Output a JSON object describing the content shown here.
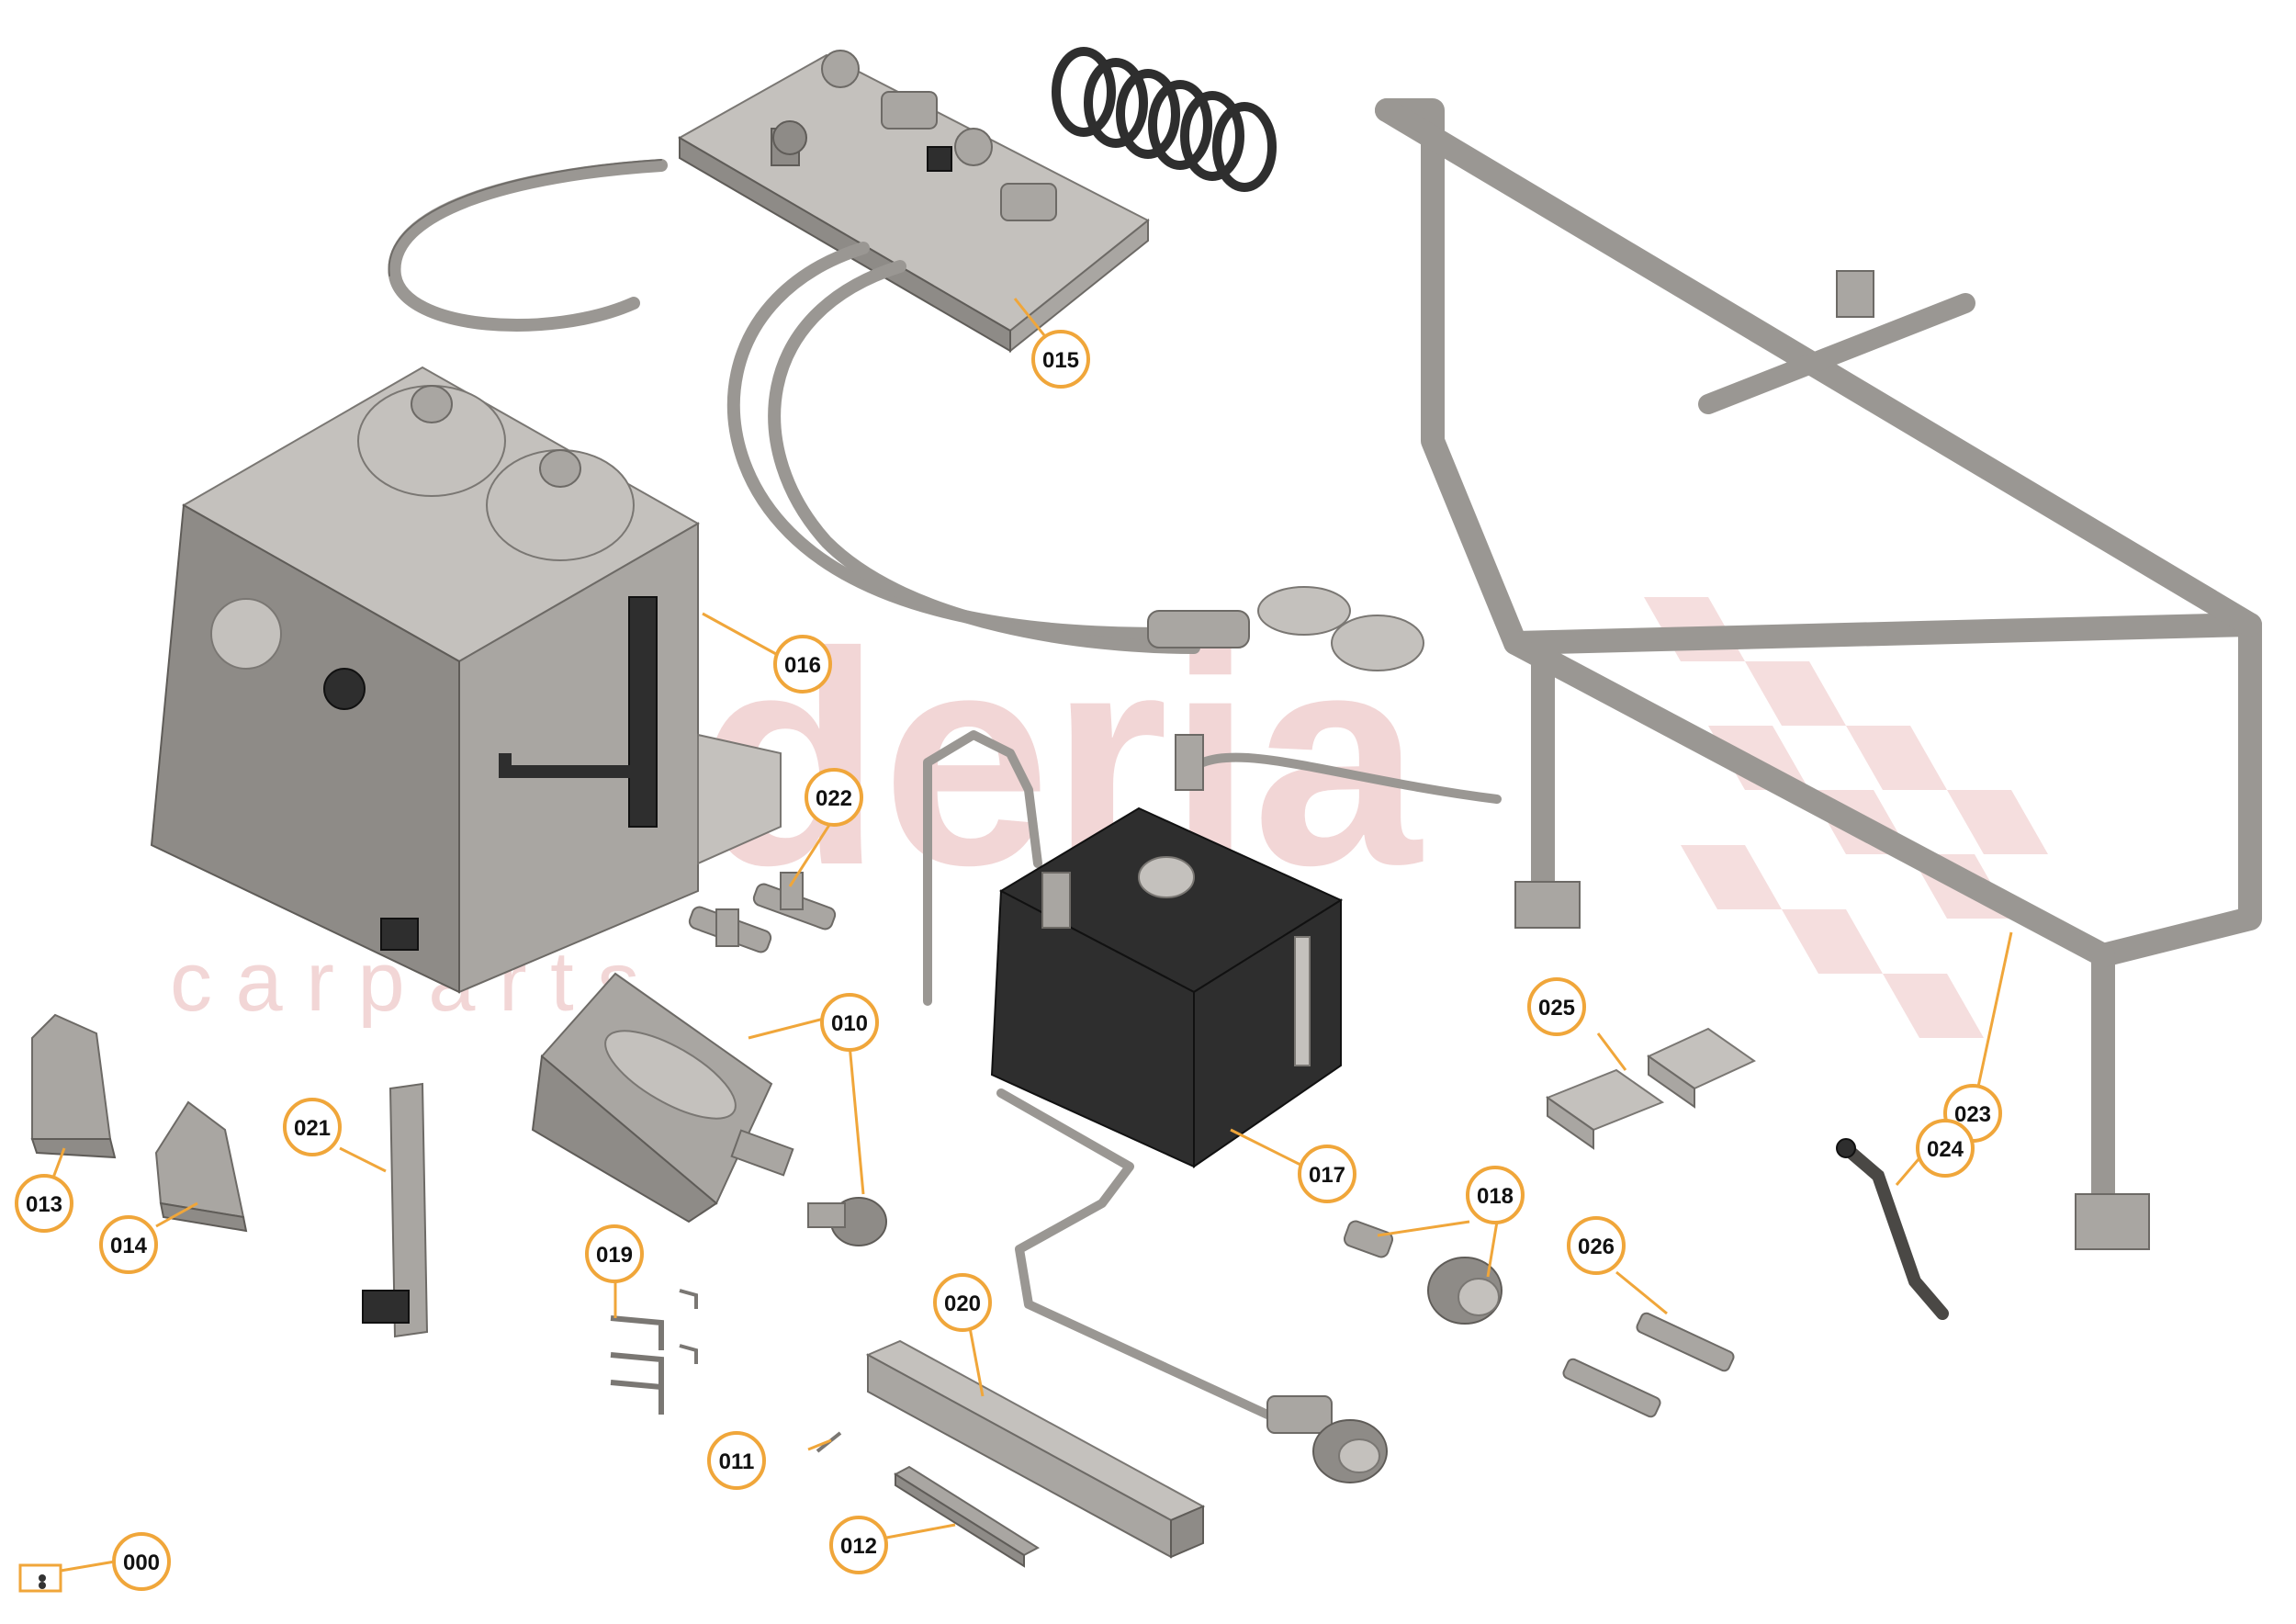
{
  "watermark": {
    "main": "scuderia",
    "sub": "c a r p a r t s"
  },
  "colors": {
    "callout_ring": "#f0a63a",
    "part_gray": "#a9a6a2",
    "part_black": "#2e2e2e",
    "watermark": "#f2d6d6"
  },
  "callouts": [
    {
      "id": "000",
      "label": "000"
    },
    {
      "id": "010",
      "label": "010"
    },
    {
      "id": "011",
      "label": "011"
    },
    {
      "id": "012",
      "label": "012"
    },
    {
      "id": "013",
      "label": "013"
    },
    {
      "id": "014",
      "label": "014"
    },
    {
      "id": "015",
      "label": "015"
    },
    {
      "id": "016",
      "label": "016"
    },
    {
      "id": "017",
      "label": "017"
    },
    {
      "id": "018",
      "label": "018"
    },
    {
      "id": "019",
      "label": "019"
    },
    {
      "id": "020",
      "label": "020"
    },
    {
      "id": "021",
      "label": "021"
    },
    {
      "id": "022",
      "label": "022"
    },
    {
      "id": "023",
      "label": "023"
    },
    {
      "id": "024",
      "label": "024"
    },
    {
      "id": "025",
      "label": "025"
    },
    {
      "id": "026",
      "label": "026"
    }
  ]
}
